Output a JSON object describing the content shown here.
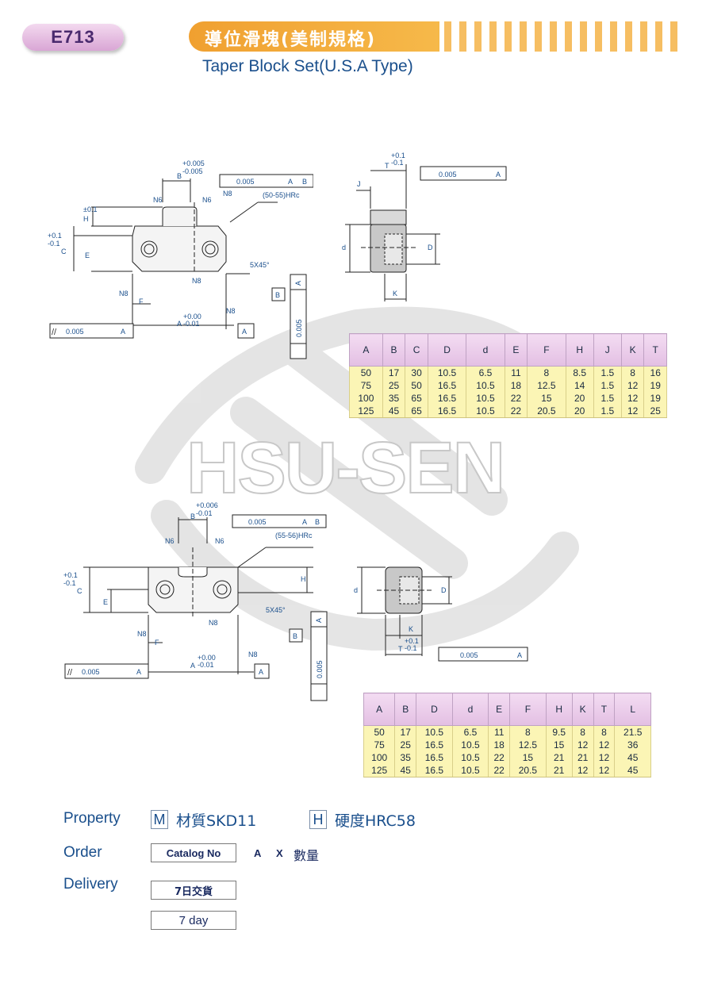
{
  "header": {
    "code": "E713",
    "title_cn": "導位滑塊(美制規格)",
    "title_en": "Taper Block Set(U.S.A Type)"
  },
  "watermark": "HSU-SEN",
  "drawing1": {
    "b_tol_plus": "+0.005",
    "b_tol_minus": "-0.005",
    "b_label": "B",
    "pos_tol": "0.005",
    "ref_a": "A",
    "ref_b": "B",
    "n6": "N6",
    "n8": "N8",
    "hrc": "(50-55)HRc",
    "h_label": "H",
    "h_tol": "±0.1",
    "c_label": "C",
    "c_tol_plus": "+0.1",
    "c_tol_minus": "-0.1",
    "e_label": "E",
    "chamfer": "5X45°",
    "f_label": "F",
    "a_label": "A",
    "a_tol_plus": "+0.00",
    "a_tol_minus": "-0.01",
    "parallel_tol": "0.005",
    "perp_tol": "0.005",
    "side_t_label": "T",
    "side_t_plus": "+0.1",
    "side_t_minus": "-0.1",
    "side_perp_tol": "0.005",
    "j_label": "J",
    "d_small": "d",
    "d_big": "D",
    "k_label": "K"
  },
  "drawing2": {
    "b_tol_plus": "+0.006",
    "b_tol_minus": "-0.01",
    "b_label": "B",
    "pos_tol": "0.005",
    "ref_a": "A",
    "ref_b": "B",
    "n6": "N6",
    "n8": "N8",
    "hrc": "(55-56)HRc",
    "h_label": "H",
    "c_label": "C",
    "c_tol_plus": "+0.1",
    "c_tol_minus": "-0.1",
    "e_label": "E",
    "chamfer": "5X45°",
    "f_label": "F",
    "a_label": "A",
    "a_tol_plus": "+0.00",
    "a_tol_minus": "-0.01",
    "parallel_tol": "0.005",
    "perp_tol": "0.005",
    "side_t_label": "T",
    "side_t_plus": "+0.1",
    "side_t_minus": "-0.1",
    "side_perp_tol": "0.005",
    "d_small": "d",
    "d_big": "D",
    "k_label": "K"
  },
  "table1": {
    "headers": [
      "A",
      "B",
      "C",
      "D",
      "d",
      "E",
      "F",
      "H",
      "J",
      "K",
      "T"
    ],
    "rows": [
      [
        "50",
        "17",
        "30",
        "10.5",
        "6.5",
        "11",
        "8",
        "8.5",
        "1.5",
        "8",
        "16"
      ],
      [
        "75",
        "25",
        "50",
        "16.5",
        "10.5",
        "18",
        "12.5",
        "14",
        "1.5",
        "12",
        "19"
      ],
      [
        "100",
        "35",
        "65",
        "16.5",
        "10.5",
        "22",
        "15",
        "20",
        "1.5",
        "12",
        "19"
      ],
      [
        "125",
        "45",
        "65",
        "16.5",
        "10.5",
        "22",
        "20.5",
        "20",
        "1.5",
        "12",
        "25"
      ]
    ]
  },
  "table2": {
    "headers": [
      "A",
      "B",
      "D",
      "d",
      "E",
      "F",
      "H",
      "K",
      "T",
      "L"
    ],
    "rows": [
      [
        "50",
        "17",
        "10.5",
        "6.5",
        "11",
        "8",
        "9.5",
        "8",
        "8",
        "21.5"
      ],
      [
        "75",
        "25",
        "16.5",
        "10.5",
        "18",
        "12.5",
        "15",
        "12",
        "12",
        "36"
      ],
      [
        "100",
        "35",
        "16.5",
        "10.5",
        "22",
        "15",
        "21",
        "21",
        "12",
        "45"
      ],
      [
        "125",
        "45",
        "16.5",
        "10.5",
        "22",
        "20.5",
        "21",
        "12",
        "12",
        "45"
      ]
    ]
  },
  "info": {
    "property_label": "Property",
    "material_letter": "M",
    "material_value": "材質SKD11",
    "hardness_letter": "H",
    "hardness_value": "硬度HRC58",
    "order_label": "Order",
    "order_box": "Catalog No",
    "order_a": "A",
    "order_x": "X",
    "order_qty": "數量",
    "delivery_label": "Delivery",
    "delivery_cn": "7日交貨",
    "delivery_en": "7 day"
  },
  "colors": {
    "accent": "#f0a030",
    "text": "#1a4f8c",
    "table_header": "#e8c8e8",
    "table_body": "#fbf5b5"
  }
}
